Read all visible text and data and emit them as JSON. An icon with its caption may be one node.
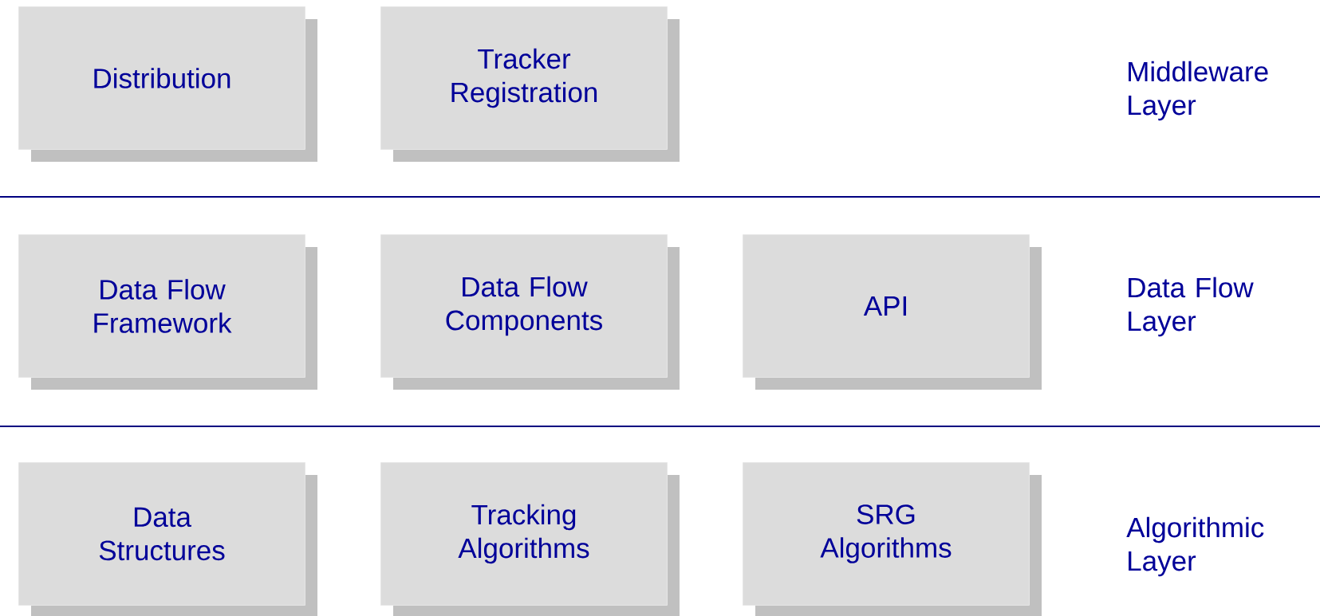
{
  "diagram": {
    "nodes": [
      {
        "text": [
          "Distribution"
        ]
      },
      {
        "text": [
          "Tracker Registration"
        ]
      },
      {
        "text": [
          "Data Flow Framework"
        ]
      },
      {
        "text": [
          "Data Flow Components"
        ]
      },
      {
        "text": [
          "API"
        ]
      },
      {
        "text": [
          "Data Structures"
        ]
      },
      {
        "text": [
          "Tracking Algorithms"
        ]
      },
      {
        "text": [
          "SRG Algorithms"
        ]
      }
    ],
    "labels": [
      "Middleware Layer",
      "Data Flow Layer",
      "Algorithmic Layer"
    ]
  }
}
